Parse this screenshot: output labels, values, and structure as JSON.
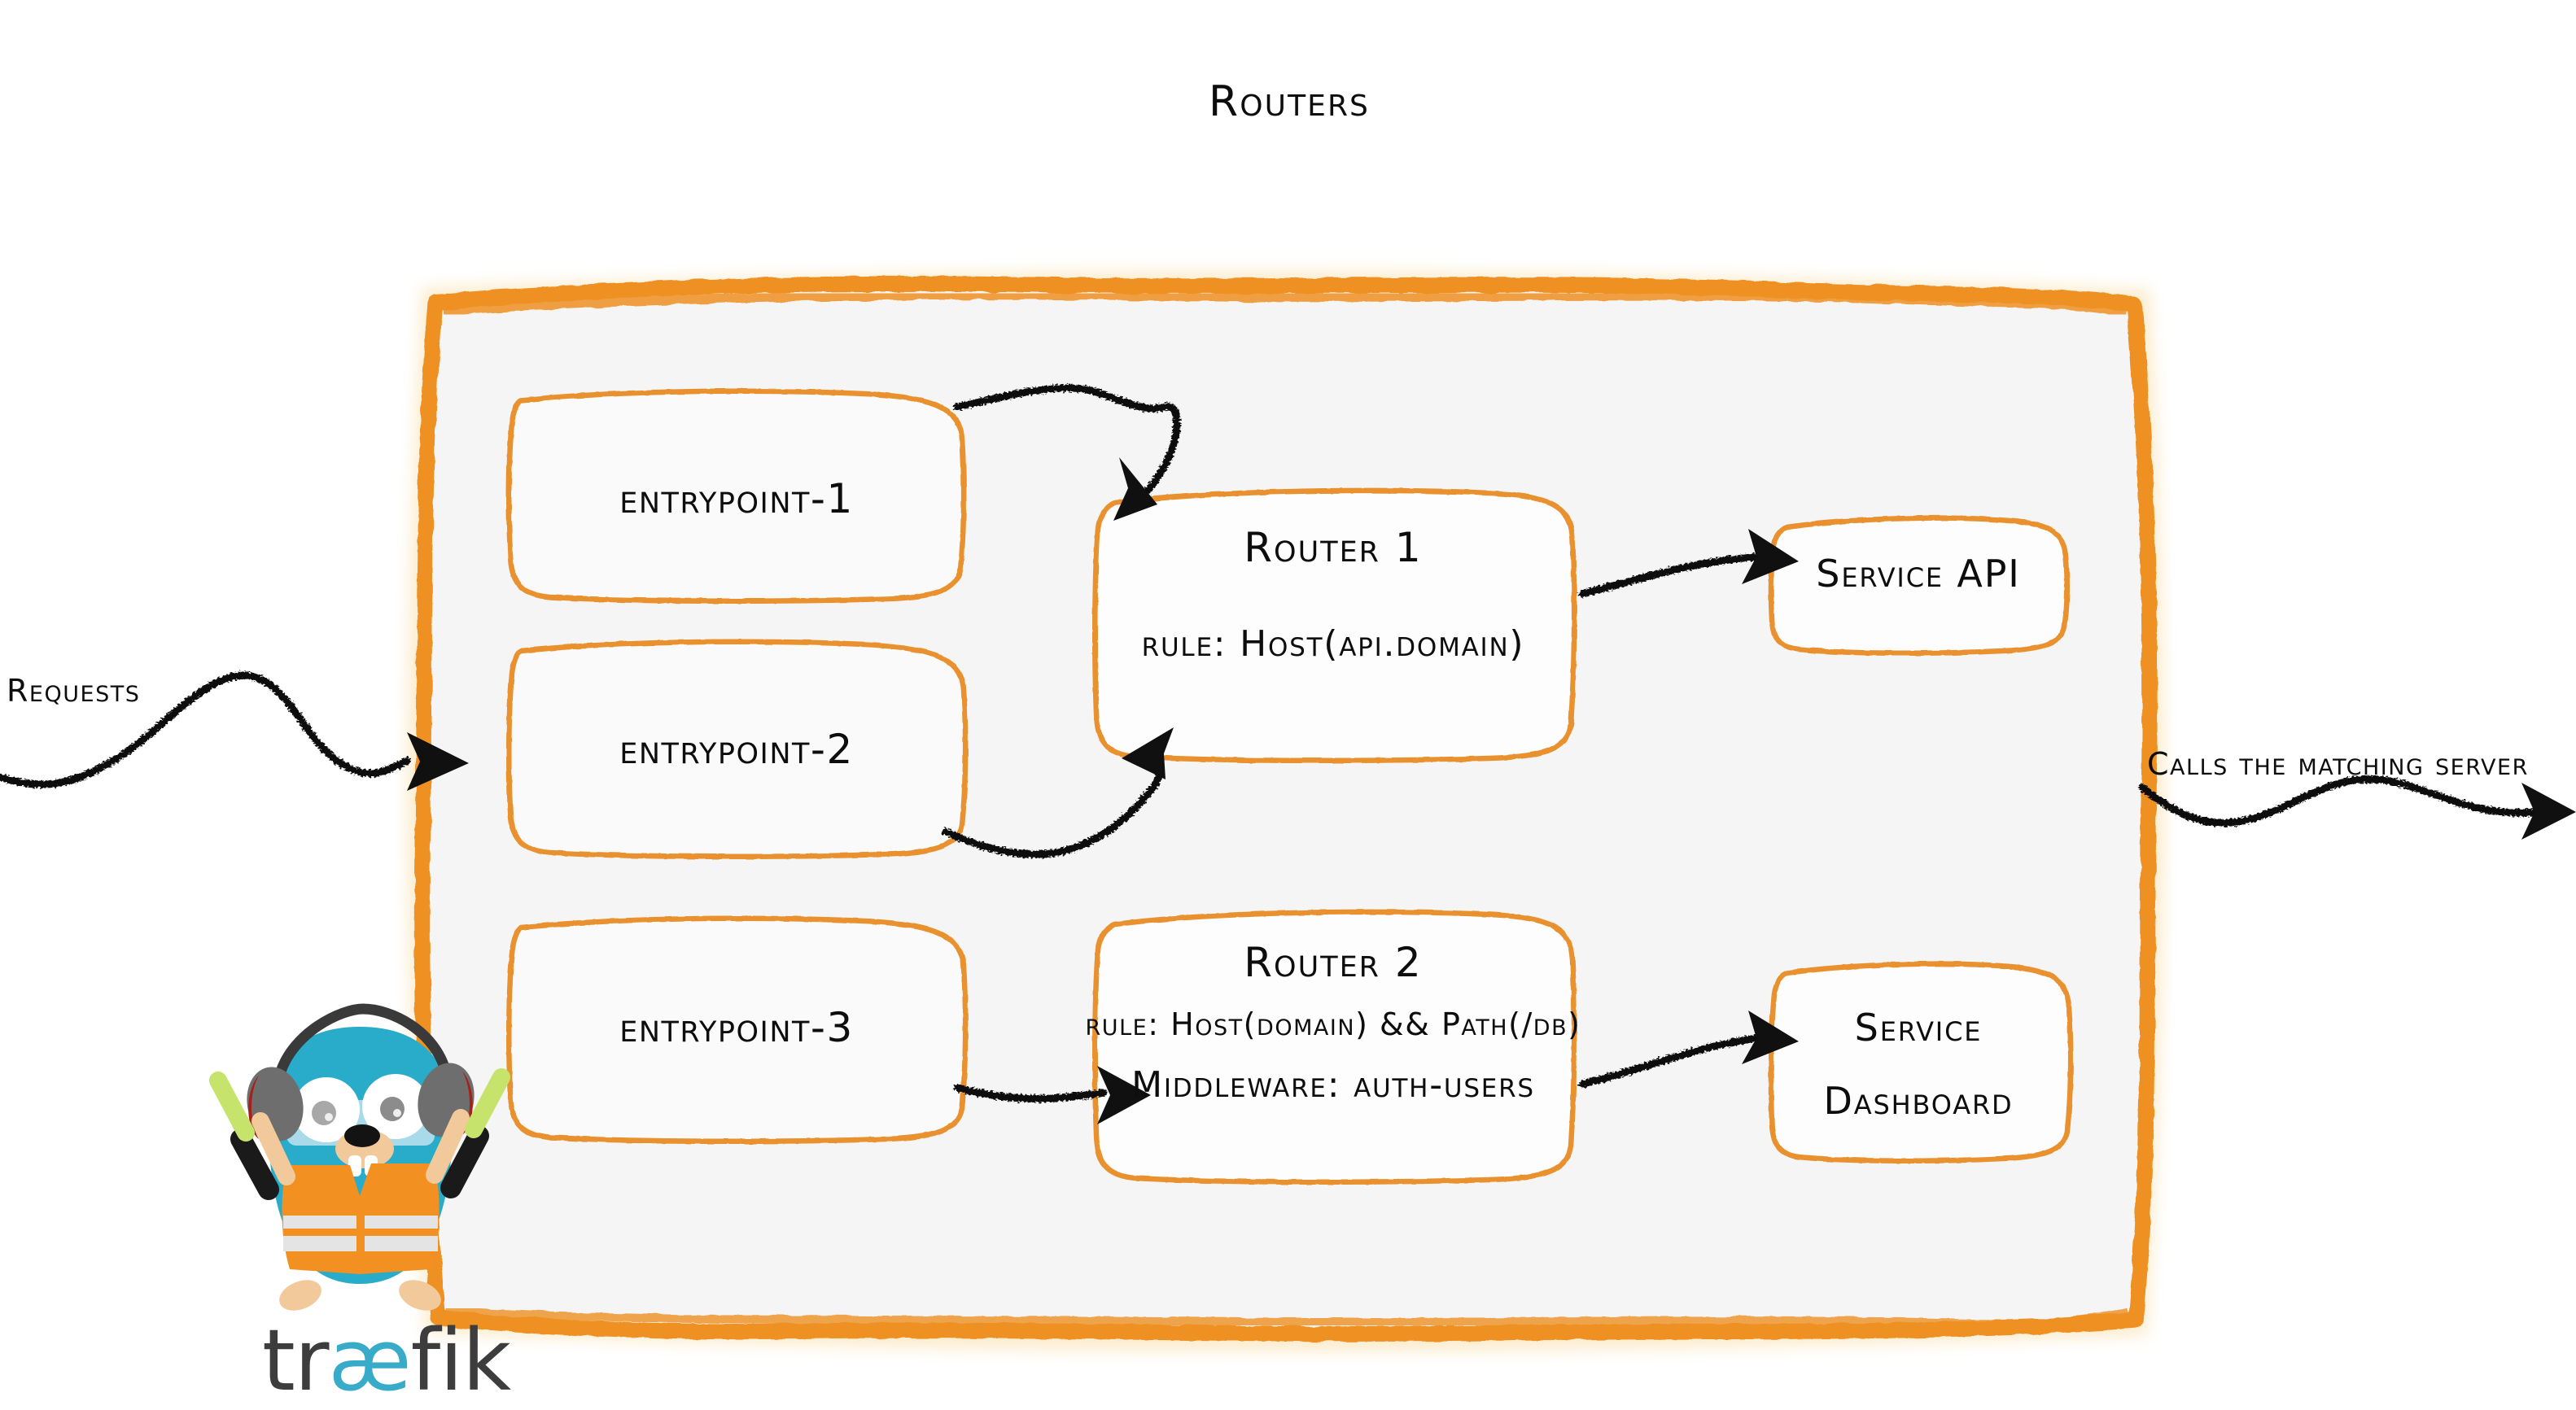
{
  "diagram": {
    "title": "Routers",
    "container_label": "routers-container",
    "colors": {
      "accent_orange": "#EE9024",
      "box_border_orange": "#E8912D",
      "container_fill": "#F5F5F5",
      "box_fill": "#FAFAFA",
      "ink_black": "#0D0D0D",
      "gopher_cyan": "#37ABC8",
      "gopher_vest_orange": "#F29121",
      "wand_green": "#C6E36B",
      "earmuff_grey": "#6E6E6E",
      "earmuff_red": "#A52019",
      "wordmark_dark": "#3D3D3D"
    },
    "entrypoints": [
      {
        "label": "entrypoint-1"
      },
      {
        "label": "entrypoint-2"
      },
      {
        "label": "entrypoint-3"
      }
    ],
    "routers": [
      {
        "name": "Router 1",
        "lines": [
          "rule: Host(api.domain)"
        ]
      },
      {
        "name": "Router 2",
        "lines": [
          "rule: Host(domain) && Path(/db)",
          "Middleware: auth-users"
        ]
      }
    ],
    "services": [
      {
        "lines": [
          "Service API"
        ]
      },
      {
        "lines": [
          "Service",
          "Dashboard"
        ]
      }
    ],
    "annotations": {
      "incoming": "Requests",
      "outgoing": "Calls the matching server"
    },
    "brand": {
      "wordmark_pre": "tr",
      "wordmark_ae": "æ",
      "wordmark_post": "fik",
      "mascot": "traefik-gopher-mascot"
    },
    "flows": [
      {
        "from": "entrypoint-1",
        "to": "Router 1"
      },
      {
        "from": "entrypoint-2",
        "to": "Router 1"
      },
      {
        "from": "entrypoint-3",
        "to": "Router 2"
      },
      {
        "from": "Router 1",
        "to": "Service API"
      },
      {
        "from": "Router 2",
        "to": "Service Dashboard"
      }
    ]
  }
}
